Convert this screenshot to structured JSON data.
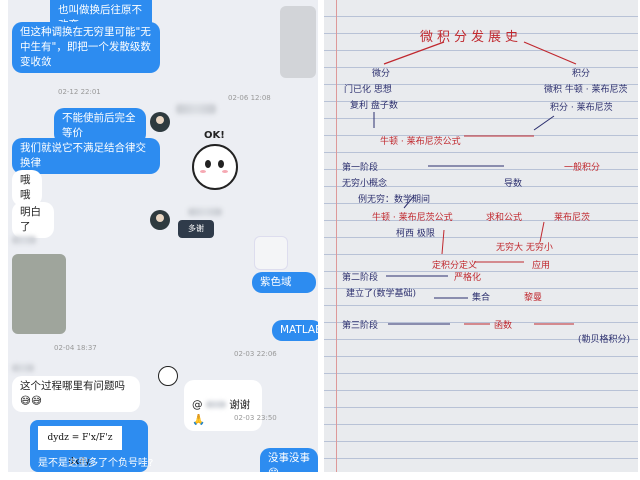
{
  "chat": {
    "messages": {
      "m1": "也叫做换后往原不改变",
      "m2": "但这种调换在无穷里可能\"无中生有\"，即把一个发散级数变收敛",
      "m3": "不能使前后完全等价",
      "m4": "我们就说它不满足结合律交换律",
      "m5": "哦哦",
      "m6": "明白了",
      "m7": "紫色域",
      "m8": "MATLAB",
      "m9": "这个过程哪里有问题吗😅😅",
      "m10": "谢谢🙏",
      "m11": "是不是这里多了个负号哇?",
      "m12": "没事没事😁",
      "formula": "dydz = F'x/F'z dxdy,"
    },
    "timestamps": {
      "t1": "02-12 22:01",
      "t2": "02-06 12:08",
      "t3": "02-04 18:37",
      "t4": "02-03 22:06",
      "t5": "02-03 23:50"
    },
    "sticker": {
      "text": "OK!"
    },
    "sticker2": {
      "text": "多谢"
    },
    "mention": "@"
  },
  "notebook": {
    "title": "微积分发展史",
    "left_branch": "微分",
    "right_branch": "积分",
    "lines": {
      "l1": "门已化  思想",
      "l2": "复利    盘子数",
      "l3": "微积    牛顿 · 莱布尼茨",
      "l4": "积分 · 莱布尼茨",
      "l5": "牛顿 · 莱布尼茨公式",
      "l6": "第一阶段",
      "l7": "无穷小概念",
      "l8": "例无穷：数学期间",
      "l9": "一般积分",
      "l10": "莱布尼茨",
      "l11": "导数",
      "l12": "牛顿 · 莱布尼茨公式",
      "l13": "求和公式",
      "l14": "柯西  极限",
      "l15": "无穷大  无穷小",
      "l16": "定积分定义",
      "l17": "应用",
      "l18": "第二阶段",
      "l19": "建立了(数学基础)",
      "l20": "严格化",
      "l21": "第三阶段",
      "l22": "集合",
      "l23": "黎曼",
      "l24": "(勒贝格积分)",
      "l25": "函数"
    }
  }
}
